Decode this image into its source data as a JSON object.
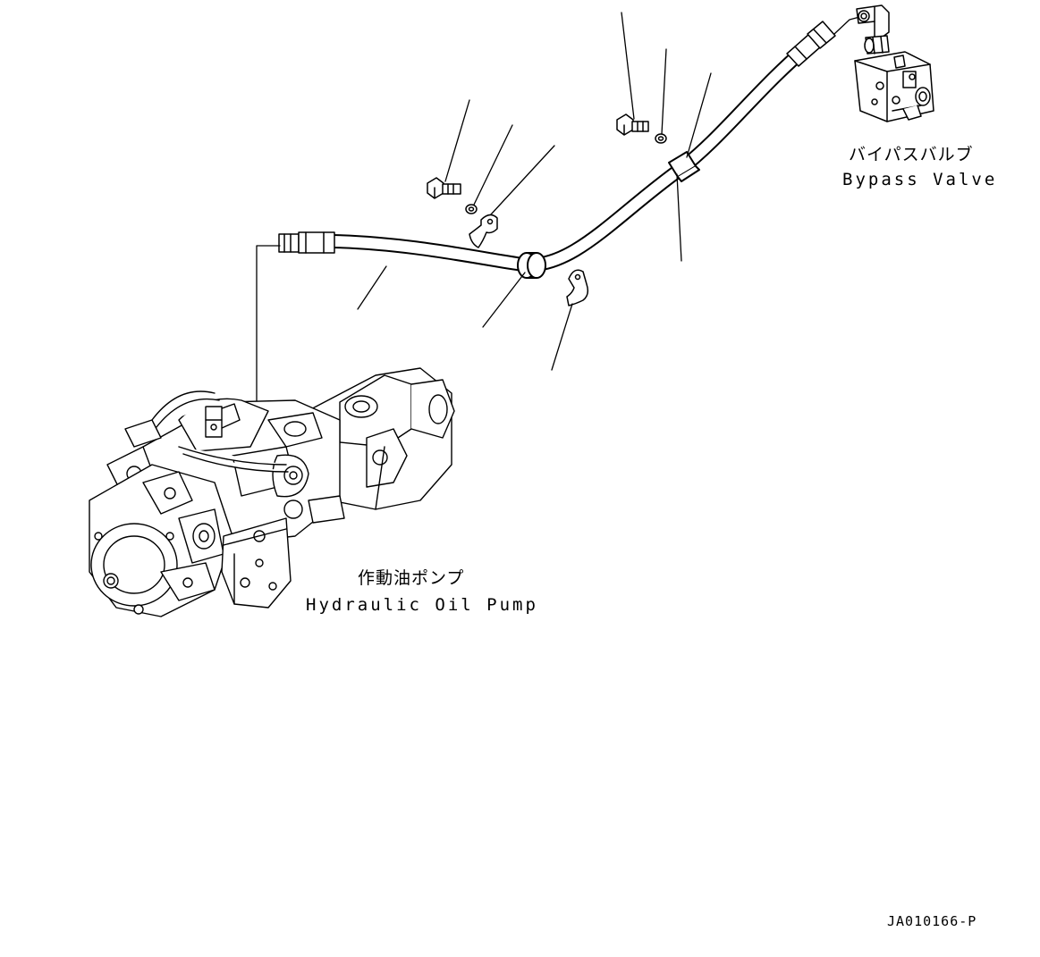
{
  "components": {
    "bypass_valve": {
      "label_jp": "バイパスバルブ",
      "label_en": "Bypass Valve"
    },
    "hydraulic_oil_pump": {
      "label_jp": "作動油ポンプ",
      "label_en": "Hydraulic Oil Pump"
    }
  },
  "drawing_code": "JA010166-P"
}
